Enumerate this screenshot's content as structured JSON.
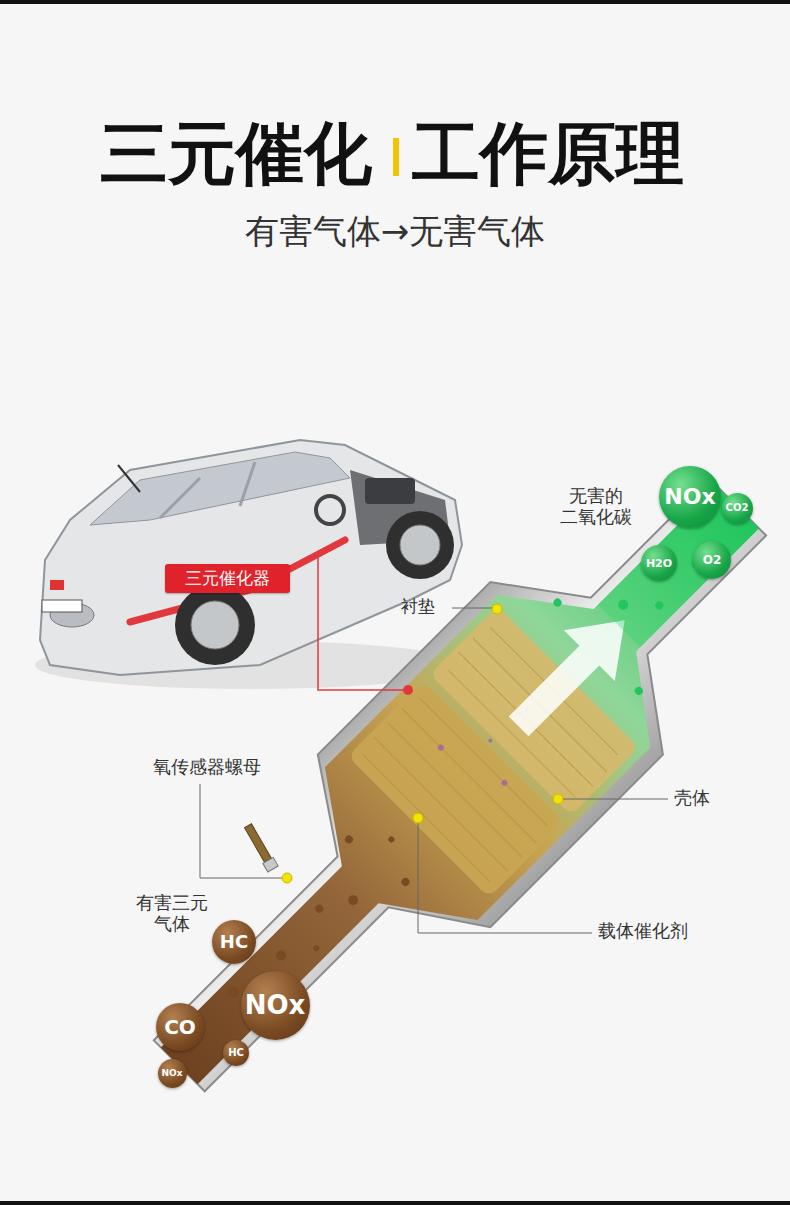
{
  "diagram": {
    "title": "三元催化",
    "caption": "有害气体→无害气体",
    "nodes": [
      {
        "text": [
          "NOx"
        ]
      },
      {
        "text": [
          "CO2"
        ]
      },
      {
        "text": [
          "O2"
        ]
      },
      {
        "text": [
          "H2O"
        ]
      },
      {
        "text": [
          "三元催化器"
        ]
      },
      {
        "text": [
          "HC"
        ]
      },
      {
        "text": [
          "NOx"
        ]
      },
      {
        "text": [
          "CO"
        ]
      },
      {
        "text": [
          "HC"
        ]
      },
      {
        "text": [
          "NOx"
        ]
      }
    ],
    "labels": [
      "工作原理",
      "无害的 二氧化碳",
      "衬垫",
      "氧传感器螺母",
      "壳体",
      "有害三元 气体",
      "载体催化剂"
    ]
  }
}
